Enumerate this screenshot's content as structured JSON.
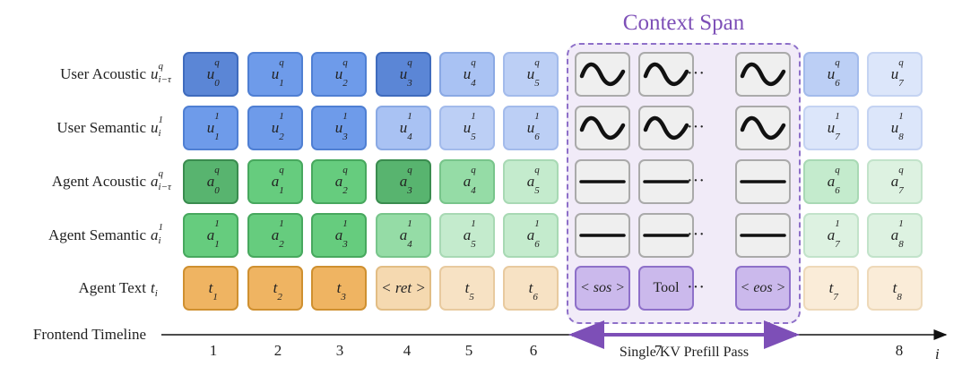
{
  "context_span": {
    "title": "Context Span",
    "tool_label": "Tool",
    "ellipsis": "···",
    "sos_label": "< sos >",
    "eos_label": "< eos >"
  },
  "timeline": {
    "label": "Frontend Timeline",
    "axis_symbol": "i",
    "ticks": [
      "1",
      "2",
      "3",
      "4",
      "5",
      "6",
      "7",
      "8"
    ],
    "kv_label": "Single KV Prefill Pass"
  },
  "rows": [
    {
      "label": "User Acoustic",
      "symbol": {
        "base": "u",
        "sup": "q",
        "sub": "i−τ"
      },
      "cells": [
        {
          "base": "u",
          "sub": "0",
          "sup": "q"
        },
        {
          "base": "u",
          "sub": "1",
          "sup": "q"
        },
        {
          "base": "u",
          "sub": "2",
          "sup": "q"
        },
        {
          "base": "u",
          "sub": "3",
          "sup": "q"
        },
        {
          "base": "u",
          "sub": "4",
          "sup": "q"
        },
        {
          "base": "u",
          "sub": "5",
          "sup": "q"
        },
        {
          "base": "u",
          "sub": "6",
          "sup": "q"
        },
        {
          "base": "u",
          "sub": "7",
          "sup": "q"
        }
      ],
      "colors": [
        "#5b86d6",
        "#6e9bea",
        "#6e9bea",
        "#5b86d6",
        "#a9c2f3",
        "#bccff5",
        "#bccff5",
        "#dce6fa"
      ],
      "borders": [
        "#3f6bbd",
        "#4f7fd3",
        "#4f7fd3",
        "#3f6bbd",
        "#8aa9e4",
        "#a3bbeb",
        "#a3bbeb",
        "#c4d3f2"
      ],
      "context_glyph": "wave"
    },
    {
      "label": "User Semantic",
      "symbol": {
        "base": "u",
        "sup": "1",
        "sub": "i"
      },
      "cells": [
        {
          "base": "u",
          "sub": "1",
          "sup": "1"
        },
        {
          "base": "u",
          "sub": "2",
          "sup": "1"
        },
        {
          "base": "u",
          "sub": "3",
          "sup": "1"
        },
        {
          "base": "u",
          "sub": "4",
          "sup": "1"
        },
        {
          "base": "u",
          "sub": "5",
          "sup": "1"
        },
        {
          "base": "u",
          "sub": "6",
          "sup": "1"
        },
        {
          "base": "u",
          "sub": "7",
          "sup": "1"
        },
        {
          "base": "u",
          "sub": "8",
          "sup": "1"
        }
      ],
      "colors": [
        "#6e9bea",
        "#6e9bea",
        "#6e9bea",
        "#a9c2f3",
        "#bccff5",
        "#bccff5",
        "#dce6fa",
        "#dce6fa"
      ],
      "borders": [
        "#4f7fd3",
        "#4f7fd3",
        "#4f7fd3",
        "#8aa9e4",
        "#a3bbeb",
        "#a3bbeb",
        "#c4d3f2",
        "#c4d3f2"
      ],
      "context_glyph": "wave"
    },
    {
      "label": "Agent Acoustic",
      "symbol": {
        "base": "a",
        "sup": "q",
        "sub": "i−τ"
      },
      "cells": [
        {
          "base": "a",
          "sub": "0",
          "sup": "q"
        },
        {
          "base": "a",
          "sub": "1",
          "sup": "q"
        },
        {
          "base": "a",
          "sub": "2",
          "sup": "q"
        },
        {
          "base": "a",
          "sub": "3",
          "sup": "q"
        },
        {
          "base": "a",
          "sub": "4",
          "sup": "q"
        },
        {
          "base": "a",
          "sub": "5",
          "sup": "q"
        },
        {
          "base": "a",
          "sub": "6",
          "sup": "q"
        },
        {
          "base": "a",
          "sub": "7",
          "sup": "q"
        }
      ],
      "colors": [
        "#58b46f",
        "#66cc7e",
        "#66cc7e",
        "#58b46f",
        "#95dca6",
        "#c4ebcd",
        "#c4ebcd",
        "#ddf2e1"
      ],
      "borders": [
        "#3a8c4f",
        "#47a85e",
        "#47a85e",
        "#3a8c4f",
        "#78c58b",
        "#a8d9b4",
        "#a8d9b4",
        "#c2e3ca"
      ],
      "context_glyph": "line"
    },
    {
      "label": "Agent Semantic",
      "symbol": {
        "base": "a",
        "sup": "1",
        "sub": "i"
      },
      "cells": [
        {
          "base": "a",
          "sub": "1",
          "sup": "1"
        },
        {
          "base": "a",
          "sub": "2",
          "sup": "1"
        },
        {
          "base": "a",
          "sub": "3",
          "sup": "1"
        },
        {
          "base": "a",
          "sub": "4",
          "sup": "1"
        },
        {
          "base": "a",
          "sub": "5",
          "sup": "1"
        },
        {
          "base": "a",
          "sub": "6",
          "sup": "1"
        },
        {
          "base": "a",
          "sub": "7",
          "sup": "1"
        },
        {
          "base": "a",
          "sub": "8",
          "sup": "1"
        }
      ],
      "colors": [
        "#66cc7e",
        "#66cc7e",
        "#66cc7e",
        "#95dca6",
        "#c4ebcd",
        "#c4ebcd",
        "#ddf2e1",
        "#ddf2e1"
      ],
      "borders": [
        "#47a85e",
        "#47a85e",
        "#47a85e",
        "#78c58b",
        "#a8d9b4",
        "#a8d9b4",
        "#c2e3ca",
        "#c2e3ca"
      ],
      "context_glyph": "line"
    },
    {
      "label": "Agent Text",
      "symbol": {
        "base": "t",
        "sup": "",
        "sub": "i"
      },
      "cells": [
        {
          "base": "t",
          "sub": "1",
          "sup": ""
        },
        {
          "base": "t",
          "sub": "2",
          "sup": ""
        },
        {
          "base": "t",
          "sub": "3",
          "sup": ""
        },
        {
          "base": "< ret >",
          "sub": "",
          "sup": ""
        },
        {
          "base": "t",
          "sub": "5",
          "sup": ""
        },
        {
          "base": "t",
          "sub": "6",
          "sup": ""
        },
        {
          "base": "t",
          "sub": "7",
          "sup": ""
        },
        {
          "base": "t",
          "sub": "8",
          "sup": ""
        }
      ],
      "colors": [
        "#efb462",
        "#efb462",
        "#efb462",
        "#f5d9b0",
        "#f7e2c4",
        "#f7e2c4",
        "#faecd8",
        "#faecd8"
      ],
      "borders": [
        "#cf9030",
        "#cf9030",
        "#cf9030",
        "#e2bd84",
        "#e8ca9f",
        "#e8ca9f",
        "#eed9b9",
        "#eed9b9"
      ],
      "context_glyph": "text"
    }
  ]
}
